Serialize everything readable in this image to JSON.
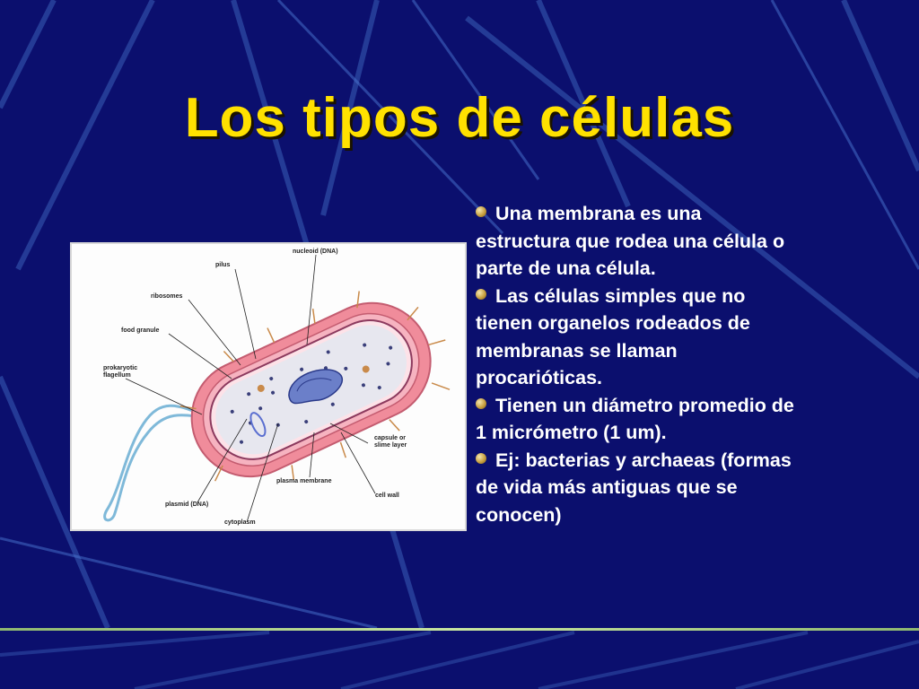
{
  "slide": {
    "title": "Los tipos de células",
    "bullets": [
      "Una membrana es una estructura que rodea una célula o parte de una célula.",
      "Las células simples que no tienen organelos rodeados de membranas se llaman procarióticas.",
      "Tienen un diámetro promedio de 1 micrómetro (1 um).",
      "Ej: bacterias y archaeas (formas de vida más antiguas que se conocen)"
    ],
    "bullet_icon": "gold-sphere-bullet-icon",
    "accent_color": "#ffe100",
    "background_color": "#0b0f6e"
  },
  "figure": {
    "labels": {
      "nucleoid": "nucleoid (DNA)",
      "pilus": "pilus",
      "ribosomes": "ribosomes",
      "food_granule": "food granule",
      "flagellum_1": "prokaryotic",
      "flagellum_2": "flagellum",
      "capsule_1": "capsule or",
      "capsule_2": "slime layer",
      "plasma_membrane": "plasma membrane",
      "cell_wall": "cell wall",
      "plasmid": "plasmid (DNA)",
      "cytoplasm": "cytoplasm"
    }
  }
}
